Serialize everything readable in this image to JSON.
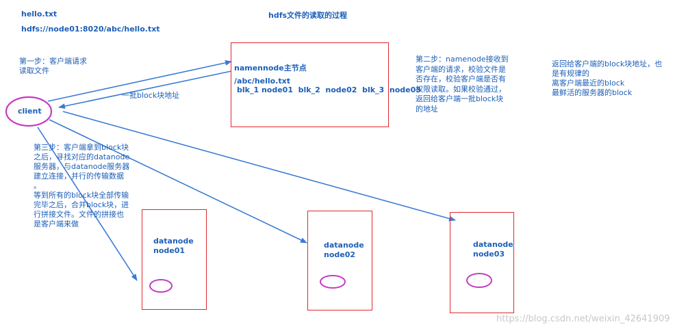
{
  "header": {
    "file_name": "hello.txt",
    "file_path": "hdfs://node01:8020/abc/hello.txt",
    "diagram_title": "hdfs文件的读取的过程"
  },
  "step1": {
    "line1": "第一步：客户端请求",
    "line2": "读取文件"
  },
  "client": {
    "label": "client"
  },
  "block_addr_label": "一批block块地址",
  "namenode": {
    "title": "namennode主节点",
    "path": "/abc/hello.txt",
    "blocks": "blk_1 node01  blk_2  node02  blk_3  node03"
  },
  "step2": {
    "lines": [
      "第二步：namenode接收到",
      "客户端的请求，校验文件是",
      "否存在，校验客户端是否有",
      "权限读取。如果校验通过，",
      "返回给客户端一批block块",
      "的地址"
    ]
  },
  "note": {
    "lines": [
      "返回给客户端的block块地址，也",
      "是有规律的",
      "离客户端最近的block",
      "最鲜活的服务器的block"
    ]
  },
  "step3": {
    "lines": [
      "第三步：客户端拿到block块",
      "之后，寻找对应的datanode",
      "服务器，与datanode服务器",
      "建立连接，并行的传输数据",
      "。",
      "等到所有的block块全部传输",
      "完毕之后，合并block块，进",
      "行拼接文件。文件的拼接也",
      "是客户端来做"
    ]
  },
  "datanodes": [
    {
      "line1": "datanode",
      "line2": "node01"
    },
    {
      "line1": "datanode",
      "line2": "node02"
    },
    {
      "line1": "datanode",
      "line2": "node03"
    }
  ],
  "watermark": "https://blog.csdn.net/weixin_42641909",
  "colors": {
    "text": "#1c5fb8",
    "arrow": "#3a7bd5",
    "box": "#e0262c",
    "ellipse": "#c43bc4"
  }
}
